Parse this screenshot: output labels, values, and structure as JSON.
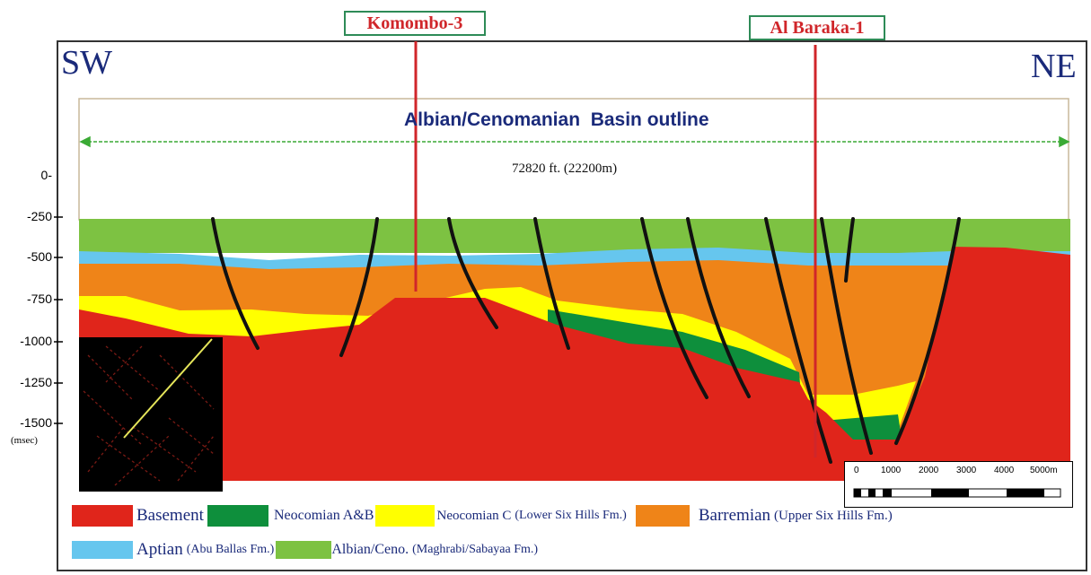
{
  "wells": [
    {
      "name": "Komombo-3"
    },
    {
      "name": "Al Baraka-1"
    }
  ],
  "orientation": {
    "left": "SW",
    "right": "NE"
  },
  "basin": {
    "title": "Albian/Cenomanian  Basin outline",
    "width_label": "72820 ft. (22200m)"
  },
  "y_axis": {
    "ticks": [
      "0-",
      "-250",
      "-500",
      "-750",
      "-1000",
      "-1250",
      "-1500"
    ],
    "unit": "(msec)"
  },
  "scale_bar": {
    "ticks": [
      "0",
      "1000",
      "2000",
      "3000",
      "4000",
      "5000m"
    ]
  },
  "legend": [
    {
      "name": "Basement",
      "detail": "",
      "color": "#e0251b"
    },
    {
      "name": "Neocomian A&B",
      "detail": "",
      "color": "#0e8f3c"
    },
    {
      "name": "Neocomian C",
      "detail": "(Lower Six Hills Fm.)",
      "color": "#ffff00"
    },
    {
      "name": "Barremian",
      "detail": "(Upper Six Hills Fm.)",
      "color": "#ef8418"
    },
    {
      "name": "Aptian",
      "detail": "(Abu Ballas Fm.)",
      "color": "#66c6ee"
    },
    {
      "name": "Albian/Ceno.",
      "detail": "(Maghrabi/Sabayaa Fm.)",
      "color": "#7dc242"
    }
  ],
  "colors": {
    "fault": "#111111",
    "well_line": "#d0262a",
    "well_box_border": "#2e8b57",
    "basin_arrow": "#3aaa35",
    "title_text": "#1a2a7a",
    "inset_background": "#000000",
    "inset_line": "#e5e55a"
  }
}
